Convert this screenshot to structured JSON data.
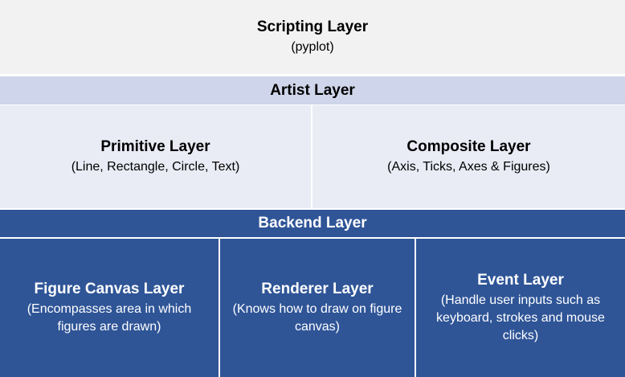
{
  "scripting": {
    "title": "Scripting Layer",
    "subtitle": "(pyplot)"
  },
  "artist": {
    "title": "Artist Layer",
    "primitive": {
      "title": "Primitive Layer",
      "subtitle": "(Line, Rectangle, Circle, Text)"
    },
    "composite": {
      "title": "Composite Layer",
      "subtitle": "(Axis, Ticks, Axes & Figures)"
    }
  },
  "backend": {
    "title": "Backend Layer",
    "figure_canvas": {
      "title": "Figure Canvas Layer",
      "subtitle": "(Encompasses area in which figures are drawn)"
    },
    "renderer": {
      "title": "Renderer Layer",
      "subtitle": "(Knows how to draw on figure canvas)"
    },
    "event": {
      "title": "Event Layer",
      "subtitle": "(Handle user inputs such as keyboard, strokes and mouse clicks)"
    }
  },
  "colors": {
    "scripting_bg": "#f2f2f2",
    "artist_header_bg": "#cfd5ea",
    "artist_cell_bg": "#e9ebf5",
    "backend_bg": "#2f5597",
    "backend_text": "#ffffff"
  }
}
